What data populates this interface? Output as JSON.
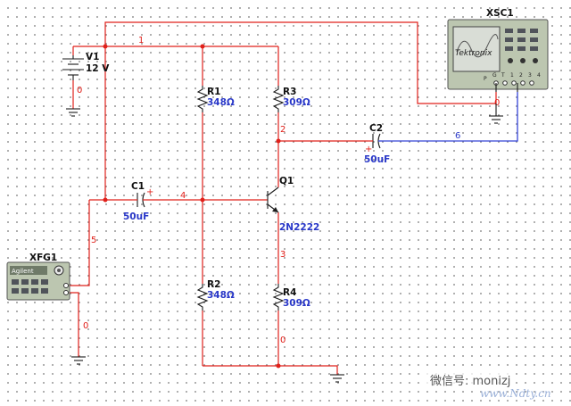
{
  "components": {
    "V1": {
      "ref": "V1",
      "value": "12 V"
    },
    "R1": {
      "ref": "R1",
      "value": "348Ω"
    },
    "R2": {
      "ref": "R2",
      "value": "348Ω"
    },
    "R3": {
      "ref": "R3",
      "value": "309Ω"
    },
    "R4": {
      "ref": "R4",
      "value": "309Ω"
    },
    "C1": {
      "ref": "C1",
      "value": "50uF",
      "polarity": "+"
    },
    "C2": {
      "ref": "C2",
      "value": "50uF",
      "polarity": "+"
    },
    "Q1": {
      "ref": "Q1",
      "value": "2N2222"
    },
    "XFG1": {
      "ref": "XFG1",
      "brand": "Agilent"
    },
    "XSC1": {
      "ref": "XSC1",
      "brand": "Tektronix",
      "channels": [
        "P",
        "G",
        "T",
        "1",
        "2",
        "3",
        "4"
      ]
    }
  },
  "nets": {
    "n1": "1",
    "n2": "2",
    "n3": "3",
    "n4": "4",
    "n5": "5",
    "n6": "6",
    "n0_v1": "0",
    "n0_xfg": "0",
    "n0_xsc": "0",
    "n0_r4": "0"
  },
  "watermark": {
    "text": "微信号: monizj",
    "site": "www.Ndty.cn"
  },
  "colors": {
    "wire_net": "#e0201a",
    "wire_scope": "#3545d8",
    "grid_dots": "#9a9a9a"
  }
}
